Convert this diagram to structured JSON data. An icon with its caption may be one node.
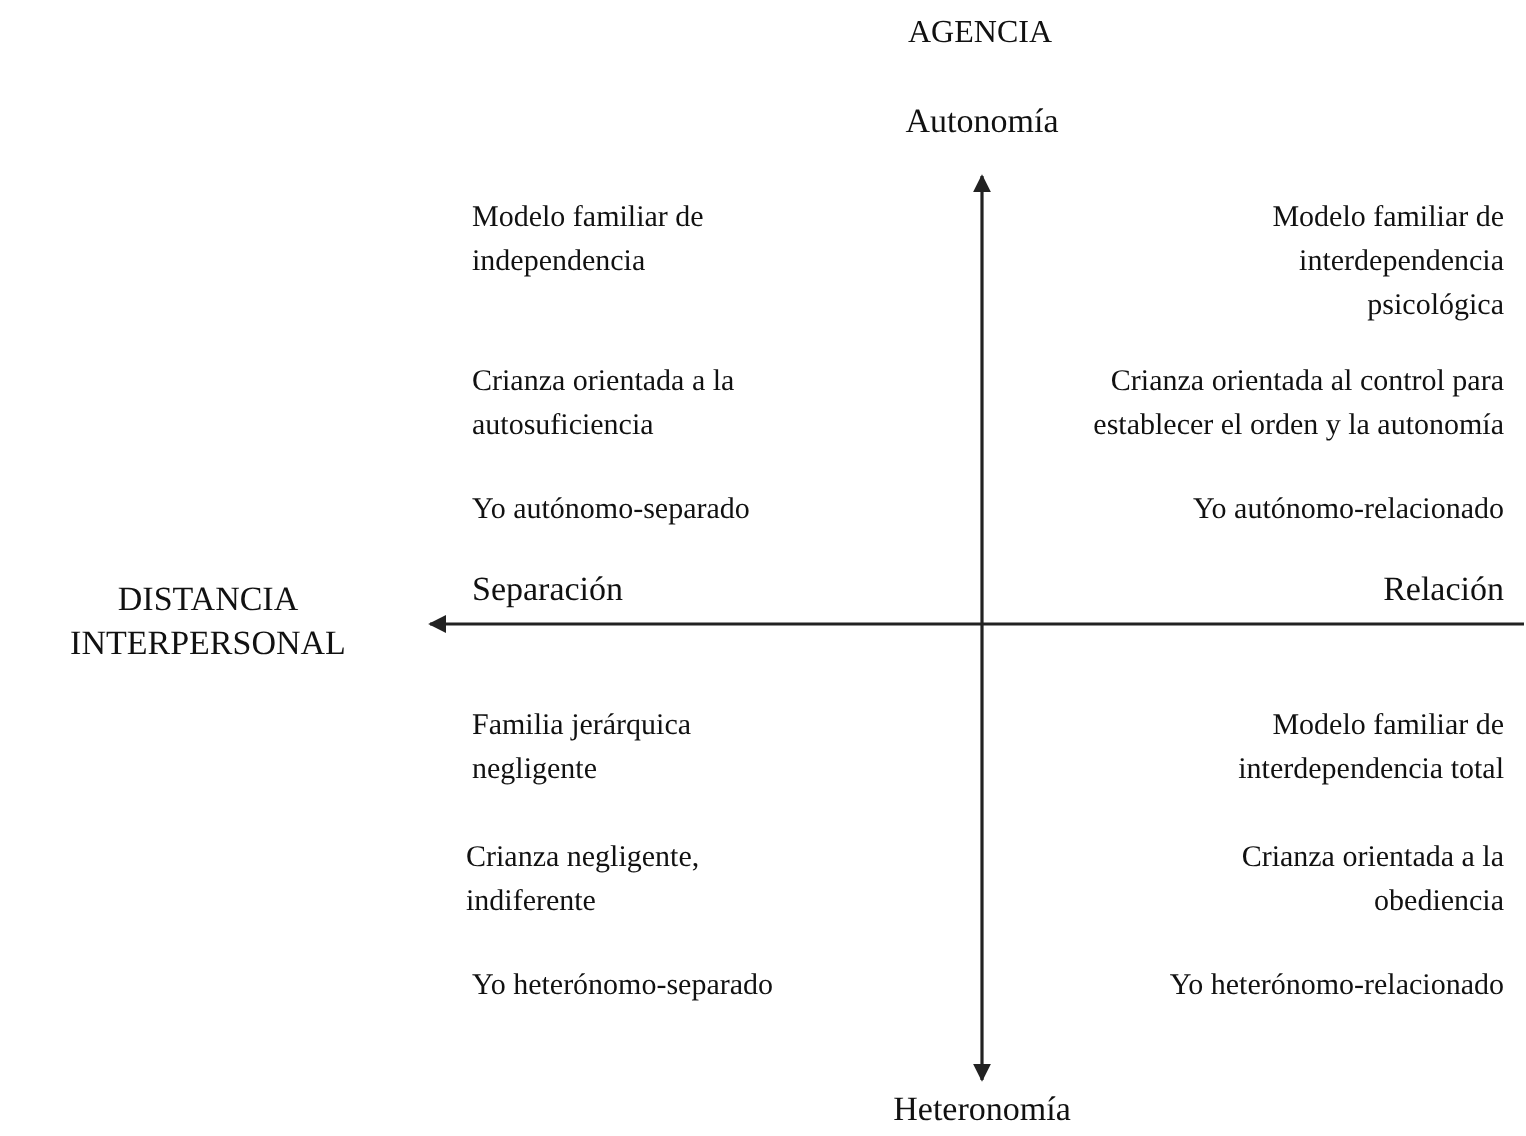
{
  "diagram": {
    "labels": [
      "AGENCIA",
      "Autonomía",
      "Modelo familiar de independencia",
      "Modelo familiar de interdependencia psicológica",
      "Crianza orientada a la autosuficiencia",
      "Crianza orientada al control para establecer el orden y la autonomía",
      "Yo autónomo-separado",
      "Yo autónomo-relacionado",
      "DISTANCIA INTERPERSONAL",
      "Separación",
      "Relación",
      "Familia jerárquica negligente",
      "Modelo familiar de interdependencia total",
      "Crianza negligente, indiferente",
      "Crianza orientada a la obediencia",
      "Yo heterónomo-separado",
      "Yo heterónomo-relacionado",
      "Heteronomía"
    ]
  }
}
